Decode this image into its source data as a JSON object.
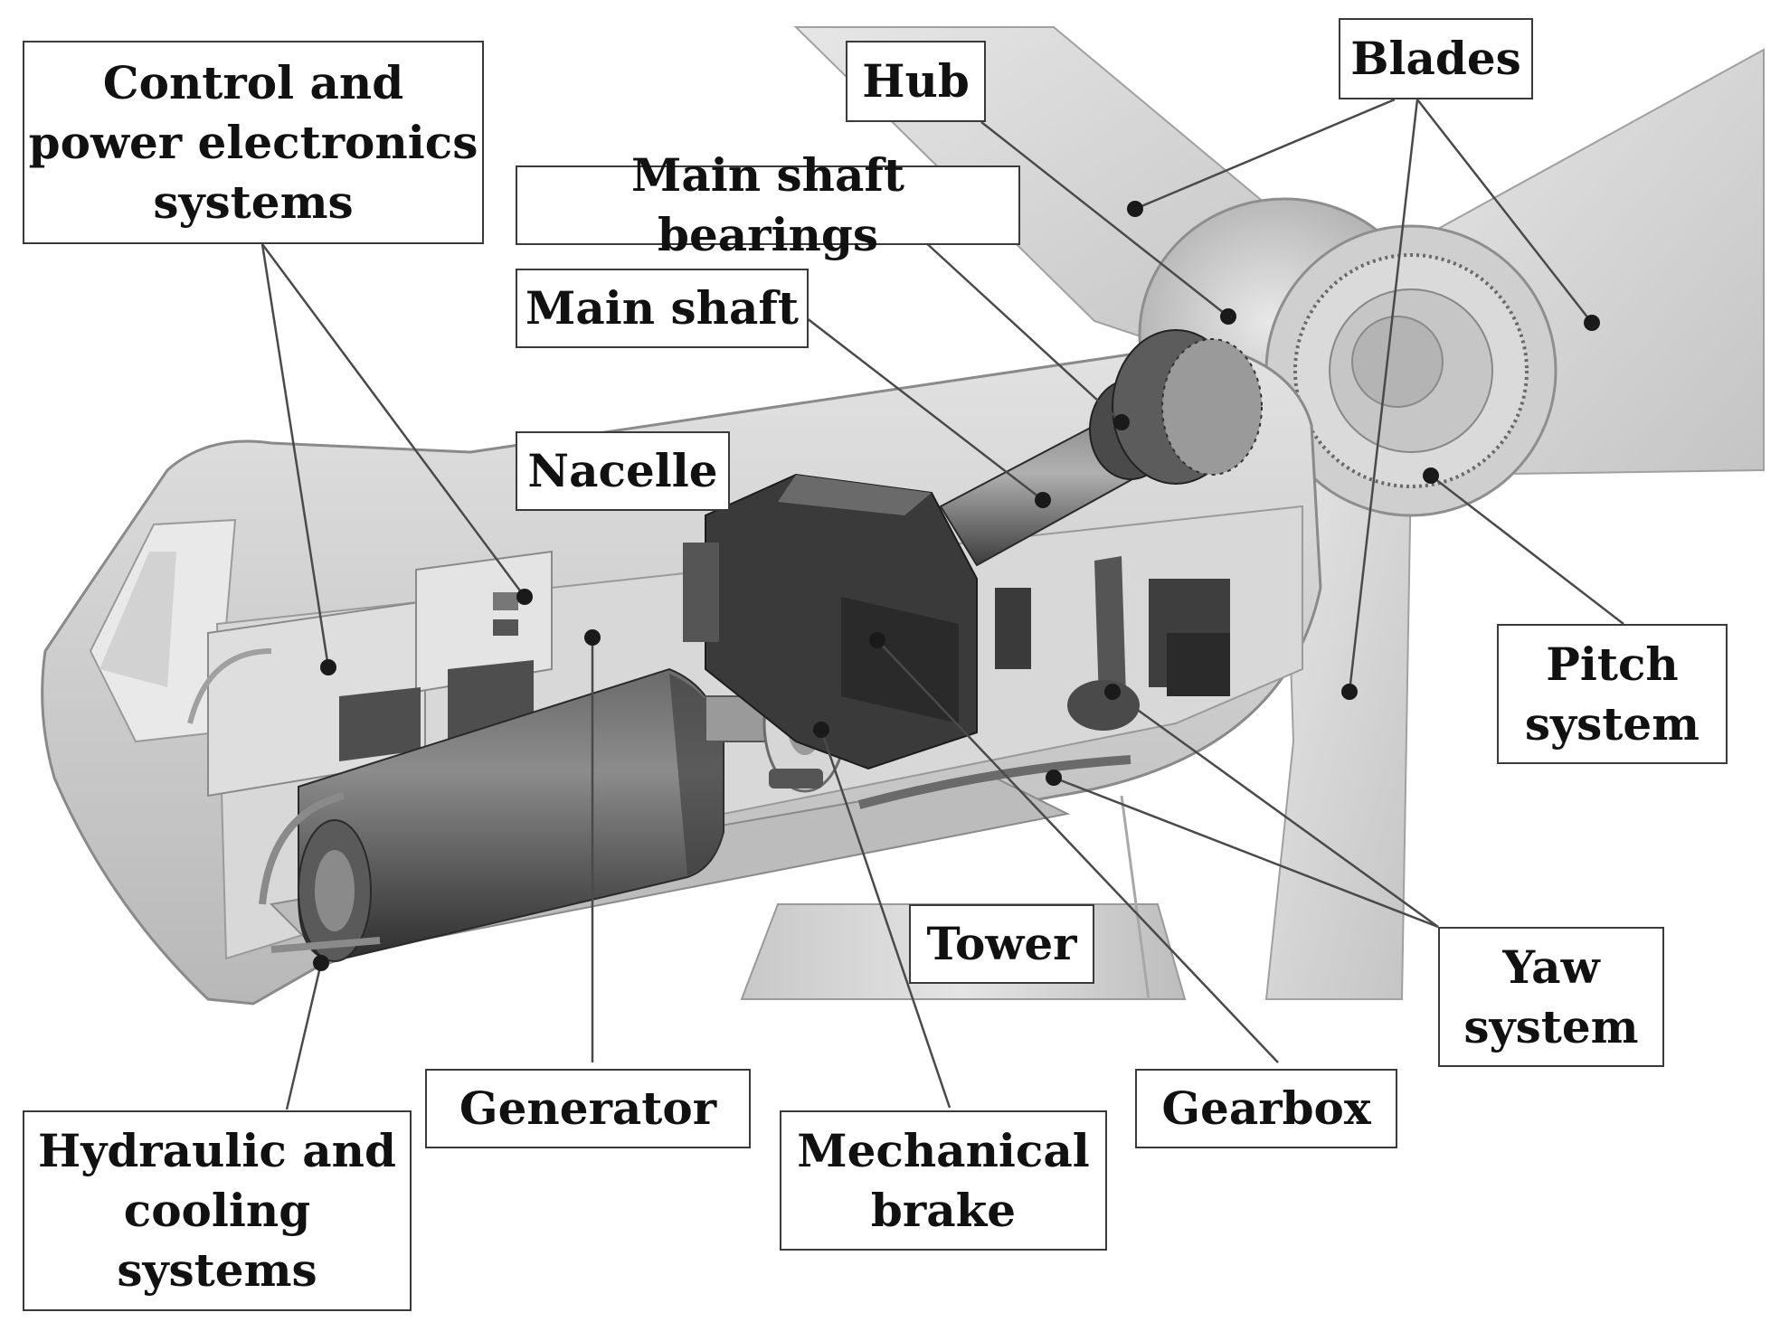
{
  "labels": {
    "control": "Control and\npower electronics\nsystems",
    "hub": "Hub",
    "blades": "Blades",
    "bearings": "Main shaft bearings",
    "shaft": "Main shaft",
    "nacelle": "Nacelle",
    "pitch": "Pitch\nsystem",
    "tower": "Tower",
    "yaw": "Yaw\nsystem",
    "generator": "Generator",
    "gearbox": "Gearbox",
    "brake": "Mechanical\nbrake",
    "hydraulic": "Hydraulic and\ncooling\nsystems"
  },
  "colors": {
    "label_border": "#3a3a3a",
    "leader_line": "#4a4a4a",
    "blade_fill": "#dcdcdc",
    "nacelle_fill": "#cfcfcf",
    "component_dark": "#4a4a4a"
  }
}
